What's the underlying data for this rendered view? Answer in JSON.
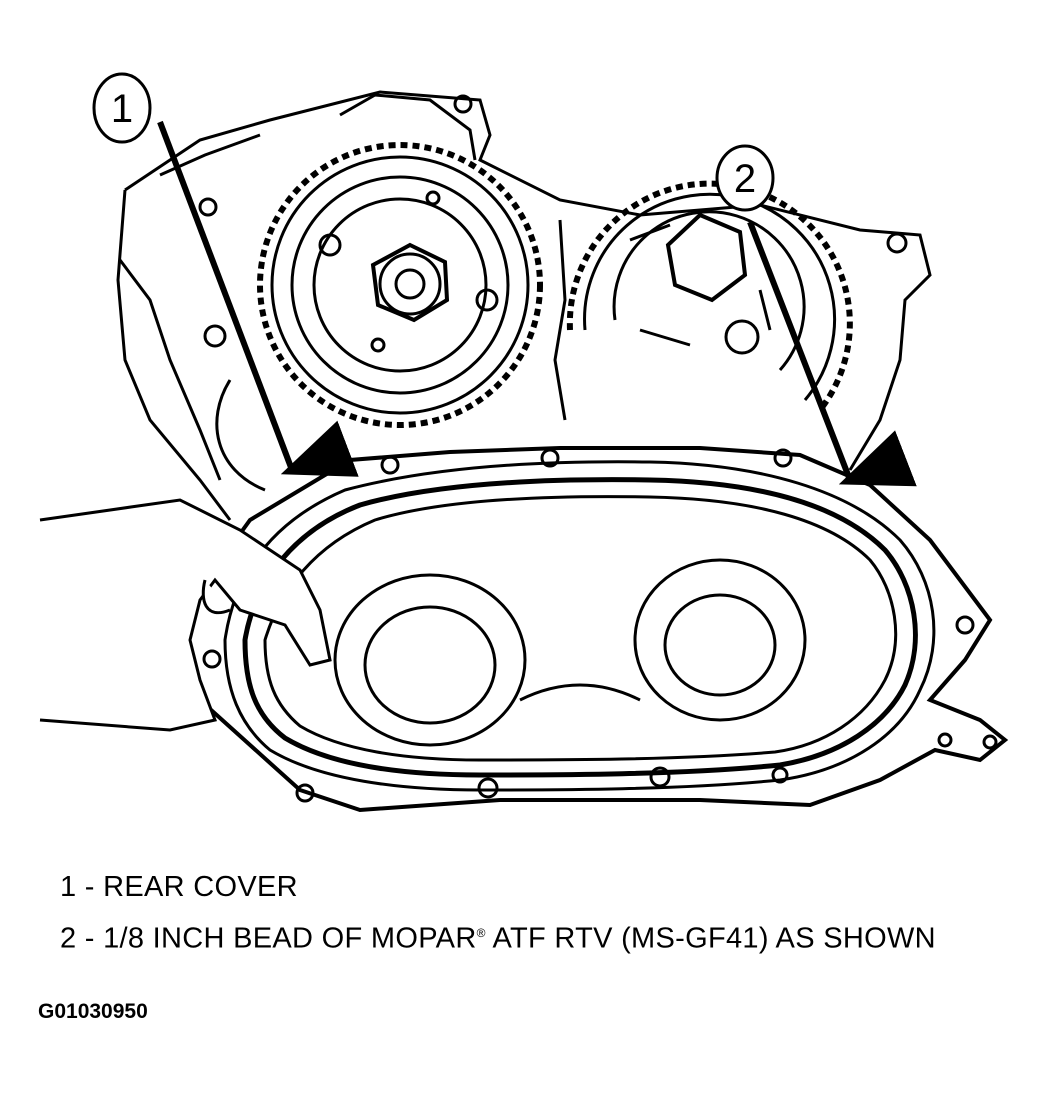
{
  "callouts": [
    {
      "number": "1"
    },
    {
      "number": "2"
    }
  ],
  "legend": [
    {
      "number": "1",
      "separator": " - ",
      "text": "REAR COVER"
    },
    {
      "number": "2",
      "separator": " - ",
      "text_before": "1/8 INCH BEAD OF MOPAR",
      "mark": "®",
      "text_after": " ATF RTV (MS-GF41) AS SHOWN"
    }
  ],
  "figure_id": "G01030950",
  "colors": {
    "line": "#000000",
    "background": "#ffffff"
  }
}
